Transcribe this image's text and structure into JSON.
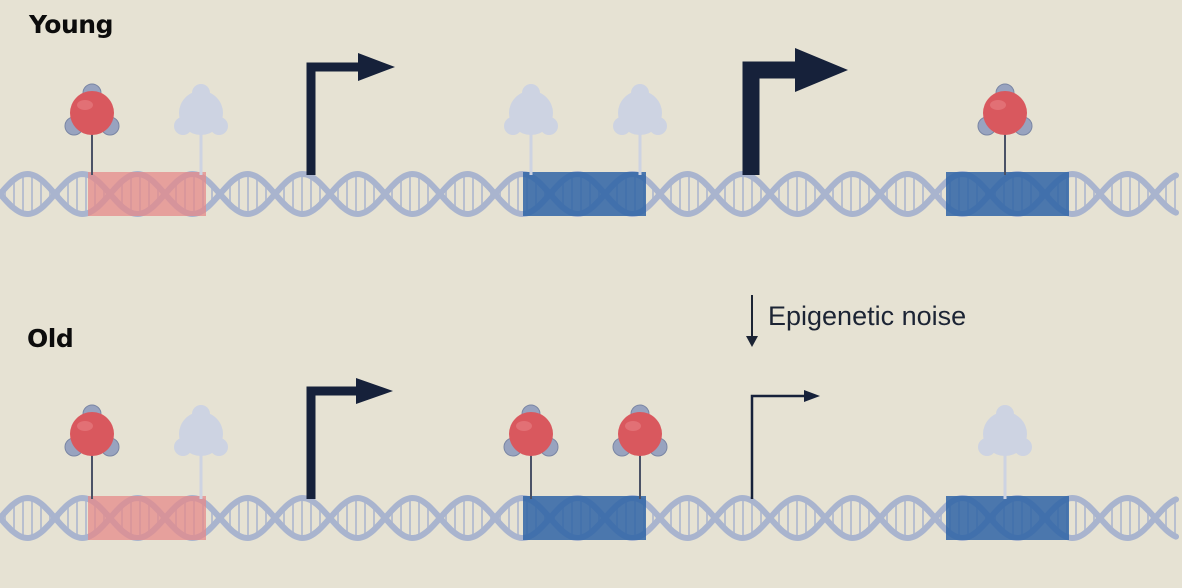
{
  "labels": {
    "young": "Young",
    "old": "Old",
    "transition": "Epigenetic noise"
  },
  "colors": {
    "background": "#e6e2d3",
    "dna": "#a9b4ce",
    "gene_red": "#e58a8a",
    "gene_blue": "#2f64a6",
    "methyl_red": "#d9585e",
    "methyl_ghost": "#cdd3e2",
    "arrow": "#16213a"
  },
  "icons": [
    "dna-helix",
    "methyl-group-icon",
    "transcription-arrow-icon",
    "down-arrow-icon"
  ],
  "rows": [
    {
      "name": "young",
      "genes": [
        "red",
        "blue",
        "blue"
      ],
      "methyl_marks": [
        "active",
        "ghost",
        "ghost",
        "ghost",
        "active"
      ],
      "transcription": [
        "strong",
        "very-strong"
      ]
    },
    {
      "name": "old",
      "genes": [
        "red",
        "blue",
        "blue"
      ],
      "methyl_marks": [
        "active",
        "ghost",
        "active",
        "active",
        "ghost"
      ],
      "transcription": [
        "strong",
        "weak"
      ]
    }
  ]
}
